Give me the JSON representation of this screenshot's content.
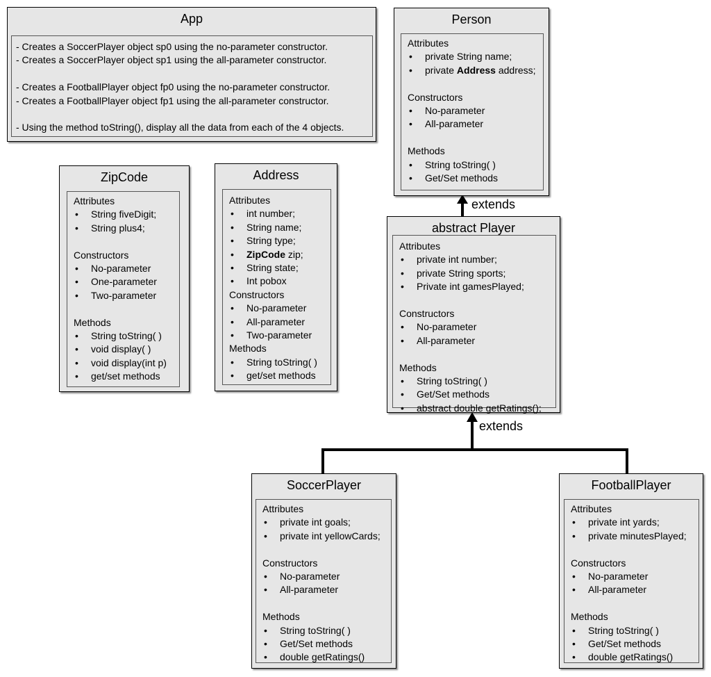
{
  "app": {
    "title": "App",
    "lines": [
      "- Creates a SoccerPlayer object sp0 using the no-parameter constructor.",
      "- Creates a SoccerPlayer object sp1 using the all-parameter constructor.",
      "",
      "- Creates a FootballPlayer object fp0 using the no-parameter constructor.",
      "- Creates a FootballPlayer object fp1 using the all-parameter constructor.",
      "",
      "- Using the method toString(), display all the data from each of the 4 objects."
    ]
  },
  "person": {
    "title": "Person",
    "attributes_heading": "Attributes",
    "attributes": [
      {
        "pre": "private String name;",
        "bold": "",
        "post": ""
      },
      {
        "pre": "private ",
        "bold": "Address",
        "post": " address;"
      }
    ],
    "constructors_heading": "Constructors",
    "constructors": [
      "No-parameter",
      "All-parameter"
    ],
    "methods_heading": "Methods",
    "methods": [
      "String toString( )",
      "Get/Set methods"
    ]
  },
  "zipcode": {
    "title": "ZipCode",
    "attributes_heading": "Attributes",
    "attributes": [
      "String fiveDigit;",
      "String plus4;"
    ],
    "constructors_heading": "Constructors",
    "constructors": [
      "No-parameter",
      "One-parameter",
      "Two-parameter"
    ],
    "methods_heading": "Methods",
    "methods": [
      "String toString( )",
      "void display( )",
      "void display(int p)",
      "get/set methods"
    ]
  },
  "address": {
    "title": "Address",
    "attributes_heading": "Attributes",
    "attributes": [
      {
        "pre": "int number;",
        "bold": "",
        "post": ""
      },
      {
        "pre": "String name;",
        "bold": "",
        "post": ""
      },
      {
        "pre": "String type;",
        "bold": "",
        "post": ""
      },
      {
        "pre": "",
        "bold": "ZipCode",
        "post": " zip;"
      },
      {
        "pre": "String state;",
        "bold": "",
        "post": ""
      },
      {
        "pre": "Int pobox",
        "bold": "",
        "post": ""
      }
    ],
    "constructors_heading": "Constructors",
    "constructors": [
      "No-parameter",
      "All-parameter",
      "Two-parameter"
    ],
    "methods_heading": "Methods",
    "methods": [
      "String toString( )",
      "get/set methods"
    ]
  },
  "player": {
    "title": "abstract Player",
    "attributes_heading": "Attributes",
    "attributes": [
      "private int number;",
      "private String sports;",
      "Private int gamesPlayed;"
    ],
    "constructors_heading": "Constructors",
    "constructors": [
      "No-parameter",
      "All-parameter"
    ],
    "methods_heading": "Methods",
    "methods": [
      "String toString( )",
      "Get/Set methods",
      "abstract double getRatings();"
    ]
  },
  "soccer": {
    "title": "SoccerPlayer",
    "attributes_heading": "Attributes",
    "attributes": [
      "private int goals;",
      "private int yellowCards;"
    ],
    "constructors_heading": "Constructors",
    "constructors": [
      "No-parameter",
      "All-parameter"
    ],
    "methods_heading": "Methods",
    "methods": [
      "String toString( )",
      "Get/Set methods",
      "double getRatings()"
    ]
  },
  "football": {
    "title": "FootballPlayer",
    "attributes_heading": "Attributes",
    "attributes": [
      "private int yards;",
      "private minutesPlayed;"
    ],
    "constructors_heading": "Constructors",
    "constructors": [
      "No-parameter",
      "All-parameter"
    ],
    "methods_heading": "Methods",
    "methods": [
      "String toString( )",
      "Get/Set methods",
      "double getRatings()"
    ]
  },
  "relations": {
    "extends_person_label": "extends",
    "extends_player_label": "extends"
  }
}
